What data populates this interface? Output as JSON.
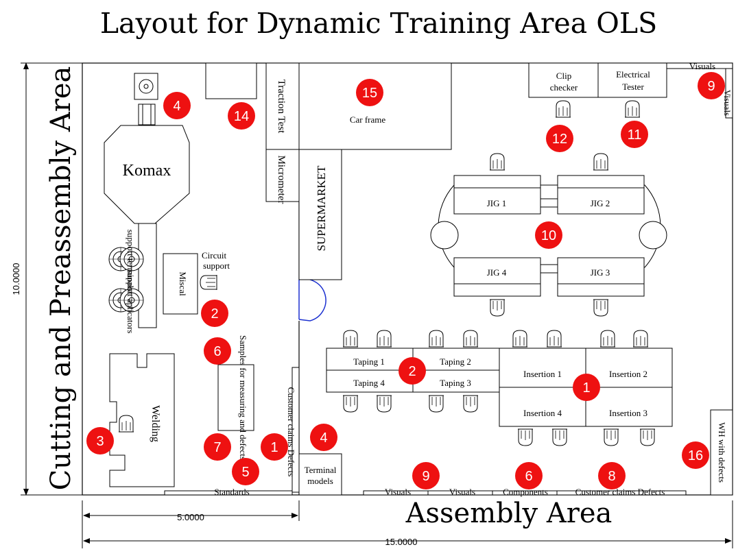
{
  "title": "Layout for Dynamic Training Area OLS",
  "side_labels": {
    "left": "Cutting and Preassembly Area",
    "bottom": "Assembly Area"
  },
  "dimensions": {
    "height": "10.0000",
    "width_left": "5.0000",
    "width_total": "15.0000"
  },
  "stations": {
    "komax": "Komax",
    "support_terminals": "support terminals",
    "support_applicators": "support aplicators",
    "miscal": "Miscal",
    "circuit_support": "Circuit support",
    "welding": "Welding",
    "samples": "Samples for measuring and defects",
    "customer_claims_vertical": "Customer claims  Defects",
    "standards": "Standards",
    "terminal_models": "Terminal models",
    "traction_test": "Traction Test",
    "micrometer": "Micrometer",
    "supermarket": "SUPERMARKET",
    "car_frame": "Car frame",
    "clip_checker": "Clip checker",
    "electrical_tester": "Electrical Tester",
    "visuals_top": "Visuals",
    "visuals_right": "Visuals",
    "jig1": "JIG 1",
    "jig2": "JIG 2",
    "jig3": "JIG 3",
    "jig4": "JIG 4",
    "taping1": "Taping 1",
    "taping2": "Taping 2",
    "taping3": "Taping 3",
    "taping4": "Taping 4",
    "insertion1": "Insertion 1",
    "insertion2": "Insertion 2",
    "insertion3": "Insertion 3",
    "insertion4": "Insertion 4",
    "wh_defects": "WH with defects",
    "visuals_bottom_1": "Visuals",
    "visuals_bottom_2": "Visuals",
    "components": "Components",
    "customer_claims_bottom": "Customer claims  Defects"
  },
  "badges": {
    "komax_top": "4",
    "fourteen": "14",
    "fifteen": "15",
    "nine_top": "9",
    "twelve": "12",
    "eleven": "11",
    "ten": "10",
    "two_miscal": "2",
    "six_left": "6",
    "three": "3",
    "seven": "7",
    "one_left": "1",
    "five": "5",
    "four_terminal": "4",
    "two_taping": "2",
    "one_insertion": "1",
    "nine_bottom": "9",
    "six_bottom": "6",
    "eight": "8",
    "sixteen": "16"
  },
  "colors": {
    "badge": "#ee1111",
    "door": "#1a2fd0",
    "line": "#000000"
  }
}
